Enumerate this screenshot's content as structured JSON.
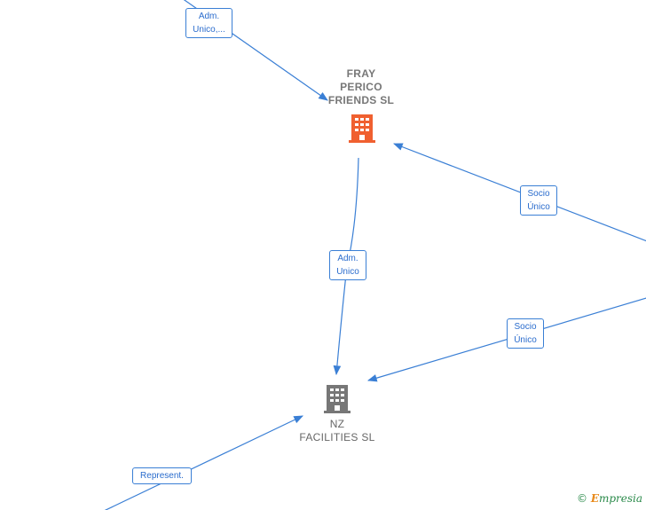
{
  "nodes": {
    "fray": {
      "label_lines": [
        "FRAY",
        "PERICO",
        "FRIENDS  SL"
      ],
      "icon": "building-icon",
      "color": "#f06030"
    },
    "nz": {
      "label_lines": [
        "NZ",
        "FACILITIES  SL"
      ],
      "icon": "building-icon",
      "color": "#777777"
    }
  },
  "edges": [
    {
      "from": "offscreen-top",
      "to": "fray",
      "label_lines": [
        "Adm.",
        "Unico,..."
      ]
    },
    {
      "from": "offscreen-right",
      "to": "fray",
      "label_lines": [
        "Socio",
        "Único"
      ]
    },
    {
      "from": "fray",
      "to": "nz",
      "label_lines": [
        "Adm.",
        "Unico"
      ]
    },
    {
      "from": "offscreen-right",
      "to": "nz",
      "label_lines": [
        "Socio",
        "Único"
      ]
    },
    {
      "from": "offscreen-bottom-left",
      "to": "nz",
      "label_lines": [
        "Represent."
      ]
    }
  ],
  "watermark": {
    "copyright": "©",
    "brand_initial": "E",
    "brand_rest": "mpresia"
  },
  "colors": {
    "edge": "#3a7fd5",
    "accent_node": "#f06030",
    "neutral_node": "#777777"
  }
}
